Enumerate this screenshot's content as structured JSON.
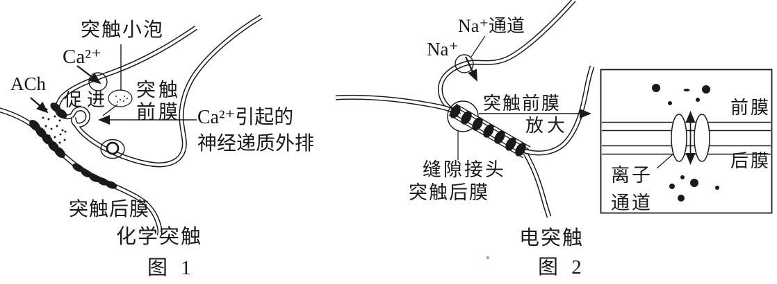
{
  "colors": {
    "ink": "#1a1a1a",
    "paper": "#ffffff"
  },
  "figure1": {
    "caption": "图 1",
    "type_label": "化学突触",
    "labels": {
      "vesicle": "突触小泡",
      "calcium": "Ca²⁺",
      "ach": "ACh",
      "promote": "促进",
      "presyn_l1": "突触",
      "presyn_l2": "前膜",
      "exocytosis_l1": "Ca²⁺引起的",
      "exocytosis_l2": "神经递质外排",
      "postsyn": "突触后膜"
    }
  },
  "figure2": {
    "caption": "图 2",
    "type_label": "电突触",
    "labels": {
      "na_channel": "Na⁺通道",
      "na_ion": "Na⁺",
      "presyn": "突触前膜",
      "magnify": "放大",
      "gap_junction": "缝隙接头",
      "postsyn": "突触后膜"
    },
    "inset": {
      "pre_membrane": "前膜",
      "post_membrane": "后膜",
      "ion_channel_l1": "离子",
      "ion_channel_l2": "通道"
    }
  }
}
